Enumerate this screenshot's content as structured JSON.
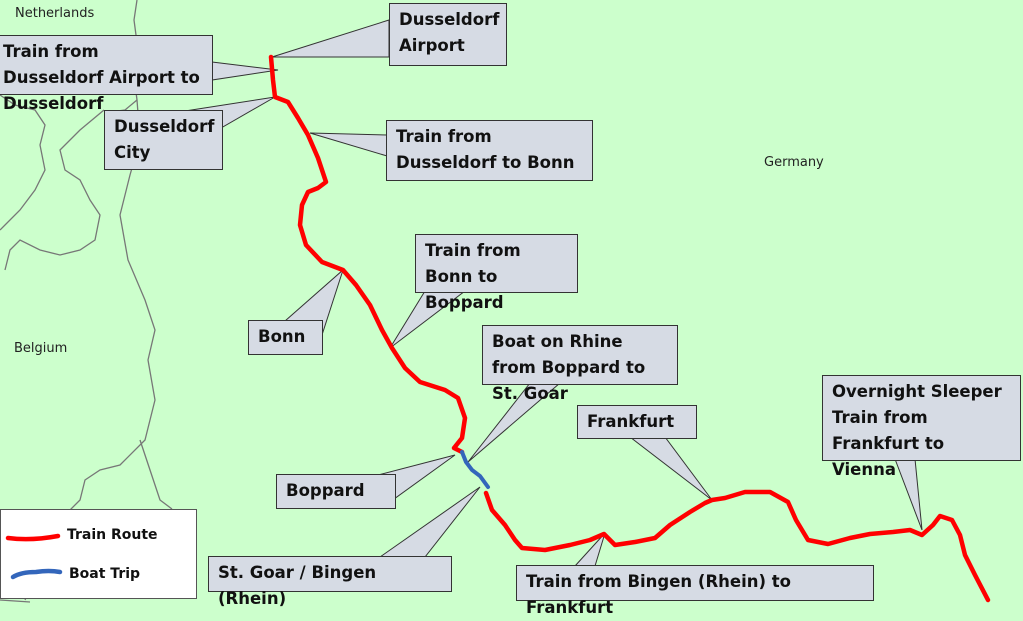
{
  "countries": {
    "netherlands": "Netherlands",
    "germany": "Germany",
    "belgium": "Belgium"
  },
  "callouts": {
    "dusseldorf_airport": "Dusseldorf Airport",
    "train_airport_to_dusseldorf": "Train from Dusseldorf Airport to Dusseldorf",
    "dusseldorf_city": "Dusseldorf City",
    "train_dusseldorf_to_bonn": "Train from Dusseldorf to Bonn",
    "train_bonn_to_boppard": "Train from Bonn to Boppard",
    "bonn": "Bonn",
    "boat_rhine": "Boat on Rhine from Boppard to St. Goar",
    "boppard": "Boppard",
    "st_goar_bingen": "St. Goar / Bingen (Rhein)",
    "frankfurt": "Frankfurt",
    "overnight_sleeper": "Overnight Sleeper Train from Frankfurt to Vienna",
    "train_bingen_to_frankfurt": "Train from Bingen (Rhein) to Frankfurt"
  },
  "legend": {
    "train": "Train Route",
    "boat": "Boat Trip"
  },
  "colors": {
    "train": "#ff0000",
    "boat": "#3366bb",
    "land": "#ccffcc",
    "callout": "#d6dbe4"
  }
}
